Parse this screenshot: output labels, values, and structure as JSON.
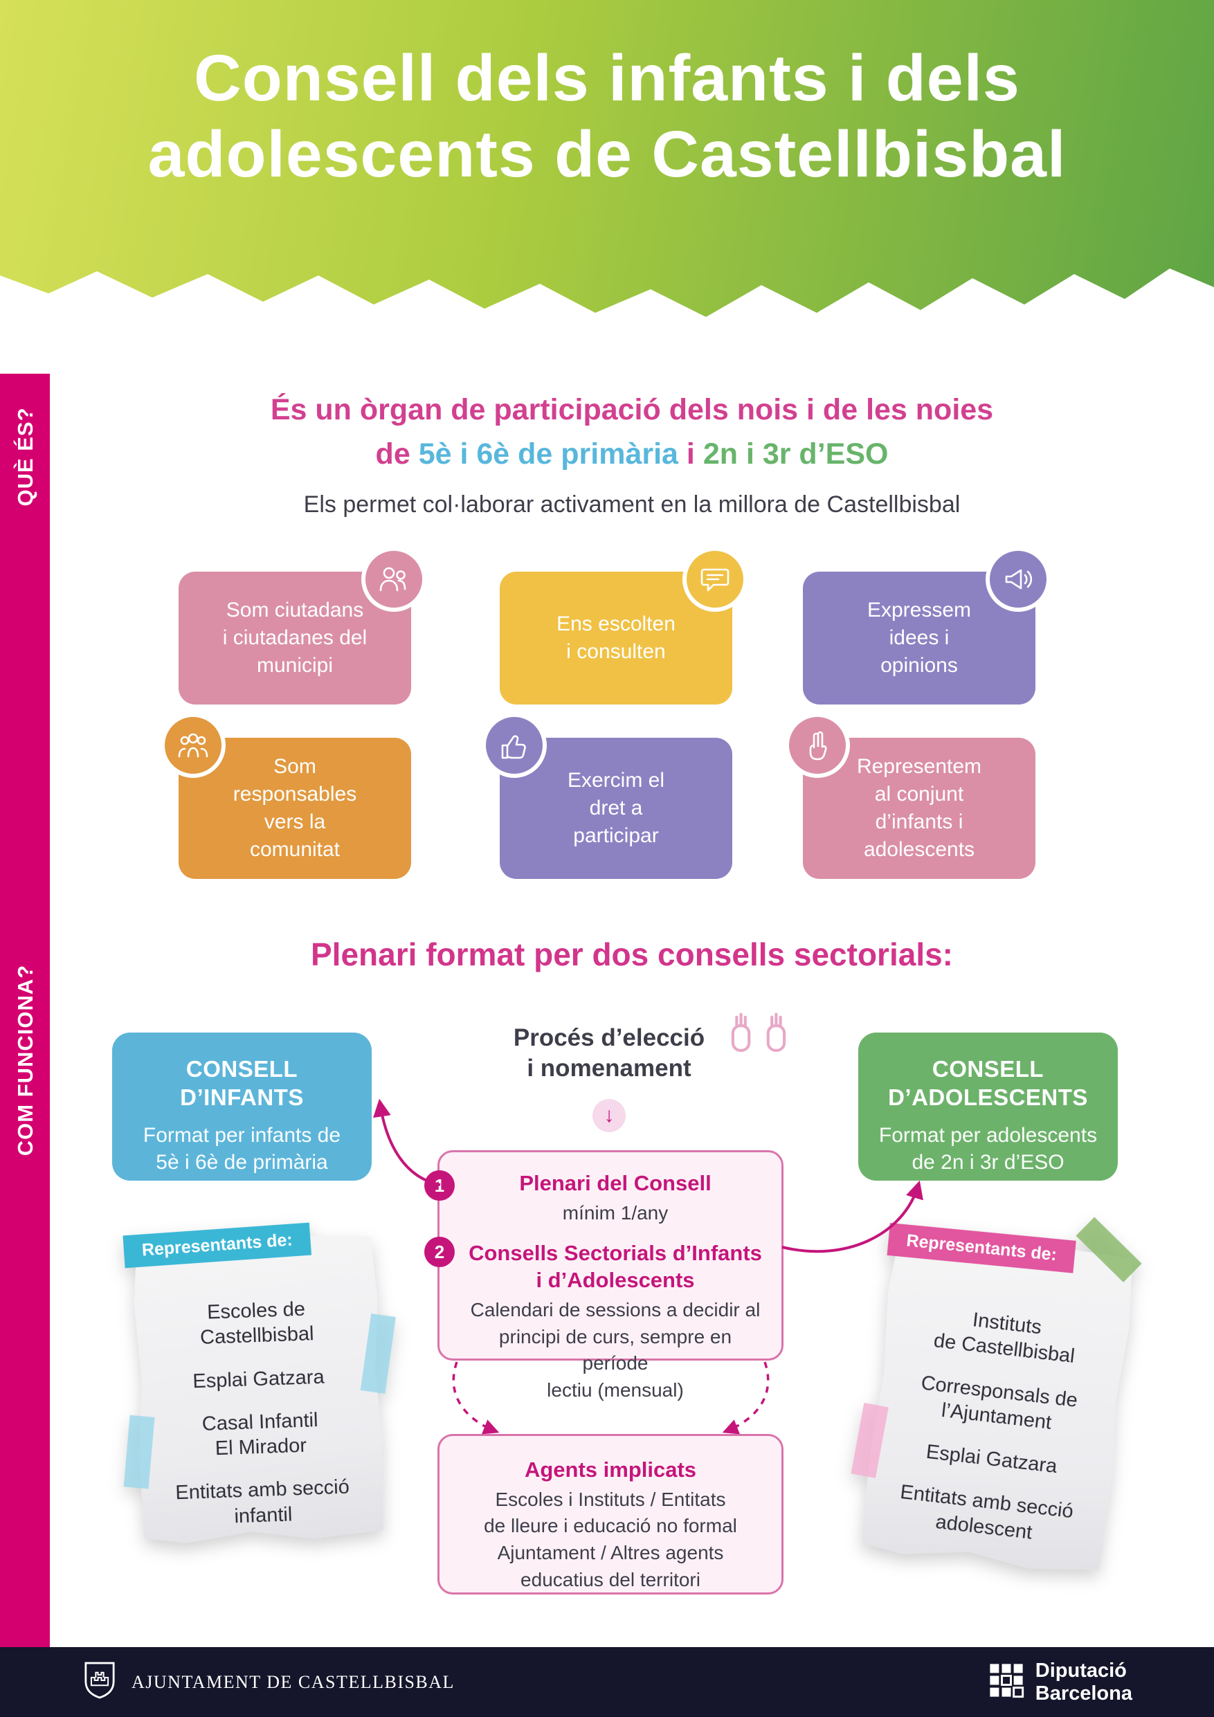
{
  "colors": {
    "accent_magenta": "#d4006f",
    "heading_magenta": "#d2358b",
    "blue": "#5cb5d9",
    "green": "#6db26b",
    "dark_text": "#3e3e4a",
    "footer_bg": "#15152b"
  },
  "header": {
    "title_line1": "Consell dels infants i dels",
    "title_line2": "adolescents de Castellbisbal"
  },
  "sidebar": {
    "que_es": "QUÈ ÉS?",
    "com_funciona": "COM FUNCIONA?"
  },
  "intro": {
    "heading": "És un òrgan de participació dels nois i de les noies",
    "sub_de": "de",
    "sub_primaria": "5è i 6è de primària",
    "sub_i": "i",
    "sub_eso": "2n i 3r d’ESO",
    "description": "Els permet col·laborar activament en la millora de Castellbisbal"
  },
  "feature_boxes": [
    {
      "label": "Som ciutadans\ni ciutadanes del\nmunicipi",
      "color": "#da8fa7",
      "icon": "citizens-icon"
    },
    {
      "label": "Ens escolten\ni consulten",
      "color": "#f0c145",
      "icon": "speech-bubble-icon"
    },
    {
      "label": "Expressem\nidees i\nopinions",
      "color": "#8c82c2",
      "icon": "megaphone-icon"
    },
    {
      "label": "Som\nresponsables\nvers la\ncomunitat",
      "color": "#e2993f",
      "icon": "group-icon"
    },
    {
      "label": "Exercim el\ndret a\nparticipar",
      "color": "#8c82c2",
      "icon": "thumbs-up-icon"
    },
    {
      "label": "Representem\nal conjunt\nd’infants i\nadolescents",
      "color": "#da8fa7",
      "icon": "victory-hand-icon"
    }
  ],
  "how": {
    "heading": "Plenari format per dos consells sectorials:",
    "consell_infants": {
      "title": "CONSELL\nD’INFANTS",
      "body": "Format per infants de\n5è i 6è de primària"
    },
    "proces": {
      "label": "Procés d’elecció\ni nomenament"
    },
    "consell_adolescents": {
      "title": "CONSELL\nD’ADOLESCENTS",
      "body": "Format per adolescents\nde 2n i 3r d’ESO"
    },
    "plenari_box": {
      "item1_num": "1",
      "item1_title": "Plenari del Consell",
      "item1_body": "mínim 1/any",
      "item2_num": "2",
      "item2_title": "Consells Sectorials d’Infants\ni d’Adolescents",
      "item2_body": "Calendari de sessions a decidir al\nprincipi de curs, sempre en període\nlectiu (mensual)"
    },
    "agents_box": {
      "title": "Agents implicats",
      "body": "Escoles i Instituts / Entitats\nde lleure i educació no formal\nAjuntament / Altres agents\neducatius del territori"
    },
    "left_note": {
      "ribbon": "Representants de:",
      "items": [
        "Escoles de\nCastellbisbal",
        "Esplai Gatzara",
        "Casal Infantil\nEl Mirador",
        "Entitats amb secció\ninfantil"
      ]
    },
    "right_note": {
      "ribbon": "Representants de:",
      "items": [
        "Instituts\nde Castellbisbal",
        "Corresponsals de\nl’Ajuntament",
        "Esplai Gatzara",
        "Entitats amb secció\nadolescent"
      ]
    }
  },
  "icons": {
    "down_arrow": "↓"
  },
  "footer": {
    "ajuntament": "AJUNTAMENT DE CASTELLBISBAL",
    "diputacio_line1": "Diputació",
    "diputacio_line2": "Barcelona"
  }
}
